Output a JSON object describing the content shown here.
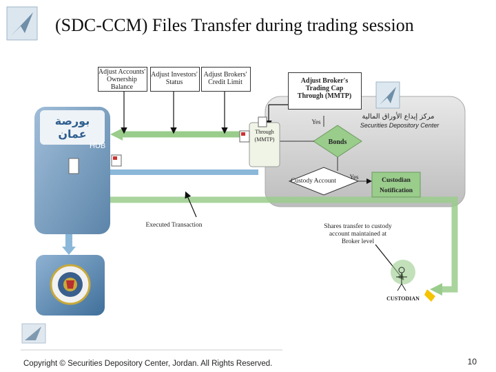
{
  "title": "(SDC-CCM) Files Transfer during trading session",
  "boxes": {
    "adjust_accounts": "Adjust Accounts' Ownership Balance",
    "adjust_investors": "Adjust Investors' Status",
    "adjust_brokers": "Adjust Brokers' Credit Limit",
    "adjust_trading_cap": "Adjust Broker's Trading Cap Through (MMTP)"
  },
  "labels": {
    "hub": "HUB",
    "yes_top": "Yes",
    "through": "Through (MMTP)",
    "bonds": "Bonds",
    "custody_account": "Custody Account",
    "yes_right": "Yes",
    "custodian_notification_1": "Custodian",
    "custodian_notification_2": "Notification",
    "executed_transaction": "Executed Transaction",
    "shares_transfer": "Shares transfer to custody account maintained at Broker level",
    "custodian": "CUSTODIAN"
  },
  "logos": {
    "ase_arabic": "بورصة عمان",
    "sdc_arabic": "مركز إيداع الأوراق المالية",
    "sdc_english": "Securities Depository Center"
  },
  "footer": {
    "copyright": "Copyright © Securities Depository Center, Jordan. All Rights Reserved.",
    "page_number": "10"
  },
  "colors": {
    "arrow_green": "#9acc8c",
    "arrow_blue": "#8bb8d8",
    "panel_blue": "#6e9cc4",
    "panel_grey": "#c8c8c8",
    "hub_blue": "#4f7fa8"
  }
}
